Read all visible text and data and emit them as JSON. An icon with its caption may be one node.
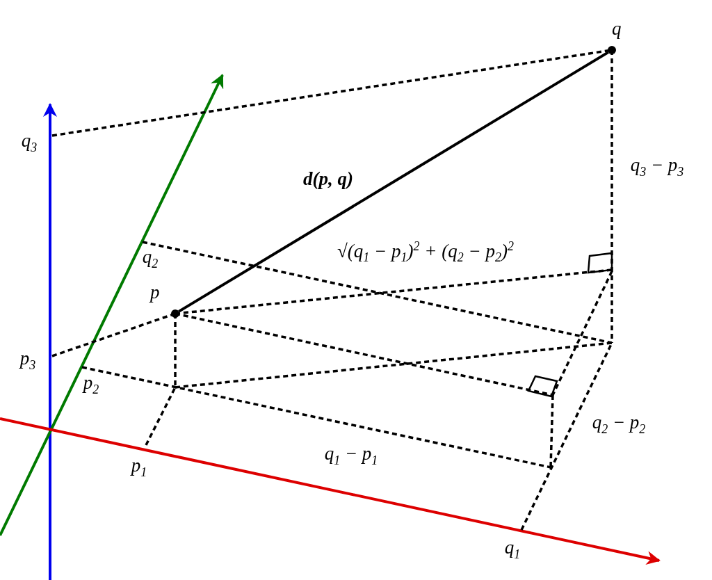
{
  "diagram": {
    "nodes": [
      {
        "text": [],
        "shape": "circle",
        "beside": [
          "p"
        ]
      },
      {
        "text": [],
        "shape": "circle",
        "beside": [
          "q"
        ]
      }
    ],
    "edges": [
      {
        "from": 0,
        "to": 1,
        "arrow": "none",
        "label": "d(p, q)"
      }
    ],
    "labels": [
      "q$_{3}$",
      "q$_{3}$ − p$_{3}$",
      "√(q$_{1}$ − p$_{1}$)$^{2}$ + (q$_{2}$ − p$_{2}$)$^{2}$",
      "q$_{2}$",
      "p$_{3}$",
      "p$_{2}$",
      "q$_{2}$ − p$_{2}$",
      "q$_{1}$ − p$_{1}$",
      "p$_{1}$",
      "q$_{1}$"
    ]
  }
}
